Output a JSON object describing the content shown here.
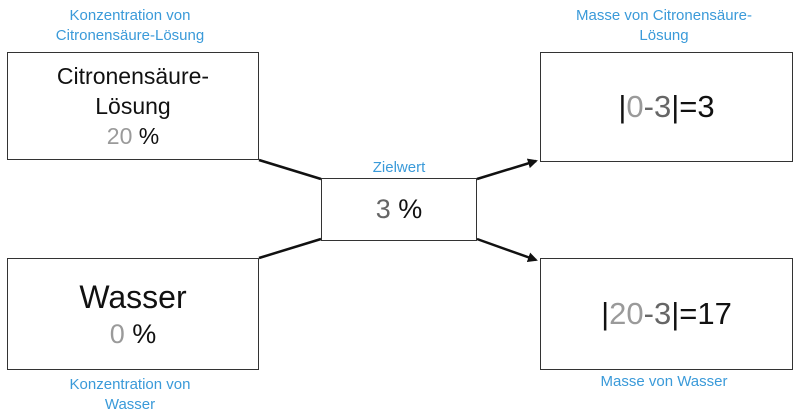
{
  "captions": {
    "top_left_line1": "Konzentration von",
    "top_left_line2": "Citronensäure-Lösung",
    "top_right_line1": "Masse von Citronensäure-",
    "top_right_line2": "Lösung",
    "center": "Zielwert",
    "bottom_left_line1": "Konzentration von",
    "bottom_left_line2": "Wasser",
    "bottom_right": "Masse von Wasser"
  },
  "boxes": {
    "citric": {
      "name_line1": "Citronensäure-",
      "name_line2": "Lösung",
      "value": "20",
      "unit": "%"
    },
    "water": {
      "name": "Wasser",
      "value": "0",
      "unit": "%"
    },
    "target": {
      "value": "3",
      "unit": "%"
    },
    "mass_citric": {
      "open": "|",
      "a": "0",
      "minus": "-",
      "b": "3",
      "close": "|=3"
    },
    "mass_water": {
      "open": "|",
      "a": "20",
      "minus": "-",
      "b": "3",
      "close": "|=17"
    }
  },
  "colors": {
    "caption": "#3a9ad9",
    "value_grey": "#9a9a9a",
    "target_grey": "#666666",
    "line": "#111111"
  }
}
